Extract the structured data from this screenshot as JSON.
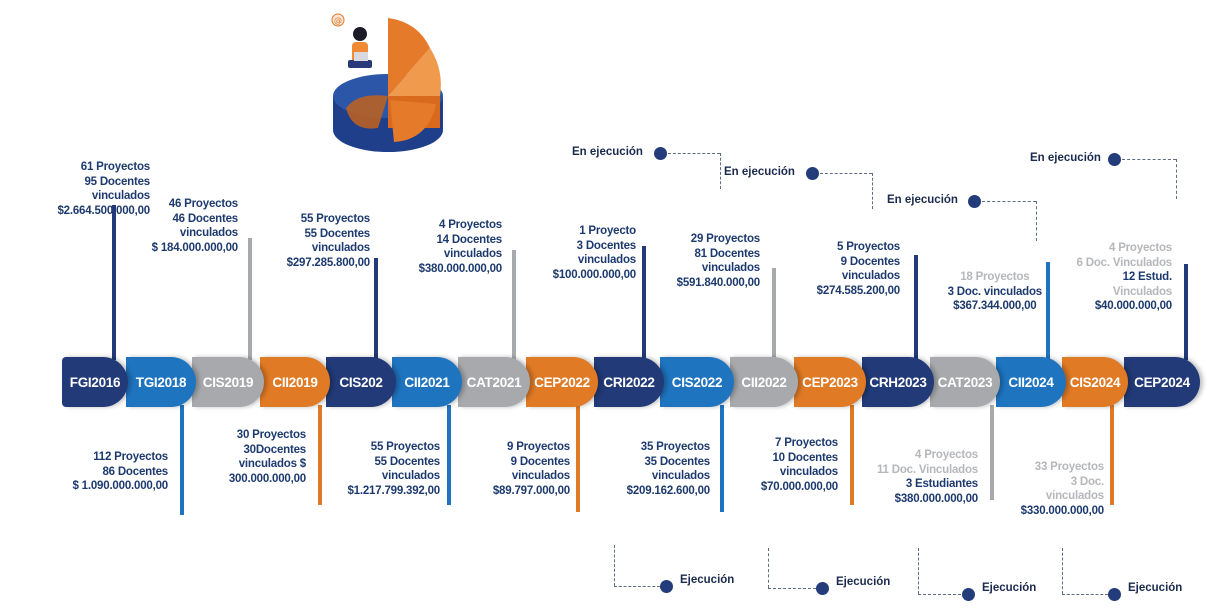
{
  "colors": {
    "navy": "#223a78",
    "blue": "#1f74c0",
    "gray": "#a7a9ac",
    "orange": "#e07a25",
    "text_dark": "#1d3a6e",
    "text_gray": "#9a9da2",
    "text_light_gray": "#b5b7ba",
    "dot": "#233c7a"
  },
  "illustration_icon": "person-on-pie-chart-illustration",
  "timeline": [
    {
      "label": "FGI2016",
      "color": "navy"
    },
    {
      "label": "TGI2018",
      "color": "blue"
    },
    {
      "label": "CIS2019",
      "color": "gray"
    },
    {
      "label": "CII2019",
      "color": "orange"
    },
    {
      "label": "CIS202",
      "color": "navy"
    },
    {
      "label": "CII2021",
      "color": "blue"
    },
    {
      "label": "CAT2021",
      "color": "gray"
    },
    {
      "label": "CEP2022",
      "color": "orange"
    },
    {
      "label": "CRI2022",
      "color": "navy"
    },
    {
      "label": "CIS2022",
      "color": "blue"
    },
    {
      "label": "CII2022",
      "color": "gray"
    },
    {
      "label": "CEP2023",
      "color": "orange"
    },
    {
      "label": "CRH2023",
      "color": "navy"
    },
    {
      "label": "CAT2023",
      "color": "gray"
    },
    {
      "label": "CII2024",
      "color": "blue"
    },
    {
      "label": "CIS2024",
      "color": "orange"
    },
    {
      "label": "CEP2024",
      "color": "navy"
    }
  ],
  "top_annotations": [
    {
      "lines": [
        "61 Proyectos",
        "95 Docentes",
        "vinculados",
        "$2.664.500.000,00"
      ],
      "color": "navy"
    },
    {
      "lines": [
        "46 Proyectos",
        "46 Docentes",
        "vinculados",
        "$ 184.000.000,00"
      ],
      "color": "gray"
    },
    {
      "lines": [
        "55 Proyectos",
        "55 Docentes",
        "vinculados",
        "$297.285.800,00"
      ],
      "color": "navy"
    },
    {
      "lines": [
        "4 Proyectos",
        "14 Docentes",
        "vinculados",
        "$380.000.000,00"
      ],
      "color": "gray"
    },
    {
      "lines": [
        "1 Proyecto",
        "3 Docentes",
        "vinculados",
        "$100.000.000,00"
      ],
      "color": "navy"
    },
    {
      "lines": [
        "29 Proyectos",
        "81 Docentes",
        "vinculados",
        "$591.840.000,00"
      ],
      "color": "gray"
    },
    {
      "lines": [
        "5 Proyectos",
        "9 Docentes",
        "vinculados",
        "$274.585.200,00"
      ],
      "color": "navy"
    },
    {
      "lines": [
        "18 Proyectos",
        "3 Doc. vinculados",
        "$367.344.000,00"
      ],
      "color": "blue"
    },
    {
      "lines": [
        "4 Proyectos",
        "6 Doc. Vinculados",
        "12 Estud.",
        "Vinculados",
        "$40.000.000,00"
      ],
      "color": "navy"
    }
  ],
  "bottom_annotations": [
    {
      "lines": [
        "112  Proyectos",
        "86 Docentes",
        "$ 1.090.000.000,00"
      ],
      "color": "blue"
    },
    {
      "lines": [
        "30 Proyectos",
        "30Docentes",
        "vinculados $",
        "300.000.000,00"
      ],
      "color": "orange"
    },
    {
      "lines": [
        "55 Proyectos",
        "55 Docentes",
        "vinculados",
        "$1.217.799.392,00"
      ],
      "color": "blue"
    },
    {
      "lines": [
        "9 Proyectos",
        "9 Docentes",
        "vinculados",
        "$89.797.000,00"
      ],
      "color": "orange"
    },
    {
      "lines": [
        "35 Proyectos",
        "35 Docentes",
        "vinculados",
        "$209.162.600,00"
      ],
      "color": "blue"
    },
    {
      "lines": [
        "7 Proyectos",
        "10 Docentes",
        "vinculados",
        "$70.000.000,00"
      ],
      "color": "orange"
    },
    {
      "lines": [
        "4 Proyectos",
        "11 Doc. Vinculados",
        "3 Estudiantes",
        "$380.000.000,00"
      ],
      "color": "gray"
    },
    {
      "lines": [
        "33 Proyectos",
        "3 Doc.",
        "vinculados",
        "$330.000.000,00"
      ],
      "color": "orange"
    }
  ],
  "status_top": [
    "En ejecución",
    "En ejecución",
    "En ejecución",
    "En ejecución"
  ],
  "status_bottom": [
    "Ejecución",
    "Ejecución",
    "Ejecución",
    "Ejecución"
  ]
}
